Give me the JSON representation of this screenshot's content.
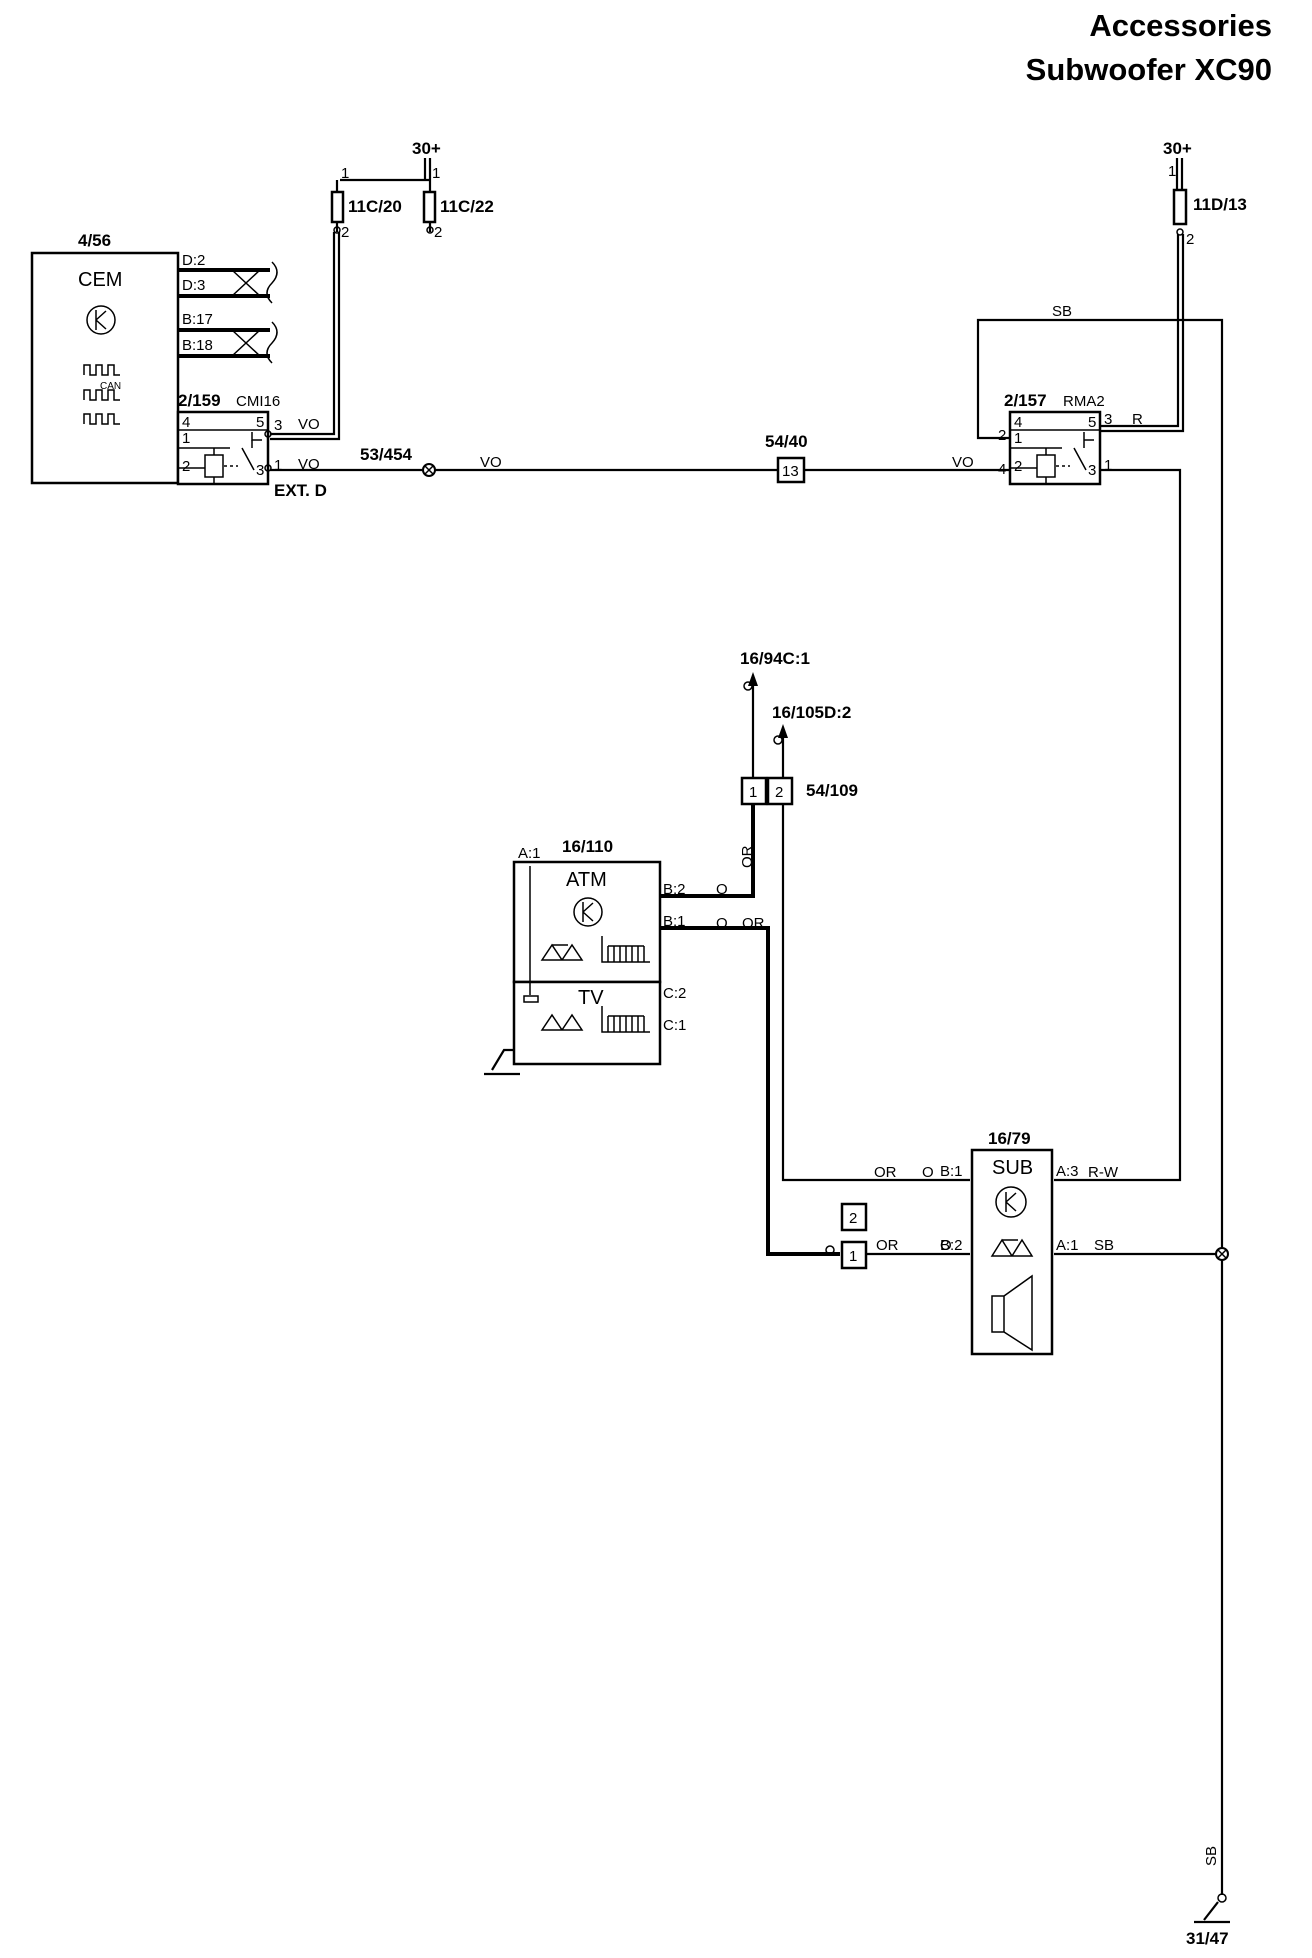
{
  "header": {
    "line1": "Accessories",
    "line2": "Subwoofer XC90"
  },
  "labels": {
    "p30_left": "30+",
    "p30_right": "30+",
    "fuse_11c20": "11C/20",
    "fuse_11c22": "11C/22",
    "fuse_11d13": "11D/13",
    "cem_id": "4/56",
    "cem_name": "CEM",
    "pin_d2": "D:2",
    "pin_d3": "D:3",
    "pin_b17": "B:17",
    "pin_b18": "B:18",
    "can": "CAN",
    "relay1_id": "2/159",
    "relay1_name": "CMI16",
    "ext_d": "EXT. D",
    "splice_53454": "53/454",
    "conn_5440": "54/40",
    "conn_13": "13",
    "relay2_id": "2/157",
    "relay2_name": "RMA2",
    "wire_vo": "VO",
    "wire_sb": "SB",
    "wire_r": "R",
    "wire_or": "OR",
    "wire_o": "O",
    "wire_rw": "R-W",
    "ref_1694c1": "16/94C:1",
    "ref_16105d2": "16/105D:2",
    "conn_54109": "54/109",
    "c1": "1",
    "c2": "2",
    "atm_id": "16/110",
    "atm_name": "ATM",
    "tv_name": "TV",
    "pin_a1": "A:1",
    "pin_b2": "B:2",
    "pin_b1": "B:1",
    "pin_c2": "C:2",
    "pin_c1": "C:1",
    "sub_id": "16/79",
    "sub_name": "SUB",
    "pin_a3": "A:3",
    "ground": "31/47",
    "n1": "1",
    "n2": "2",
    "n3": "3",
    "n4": "4",
    "n5": "5"
  }
}
